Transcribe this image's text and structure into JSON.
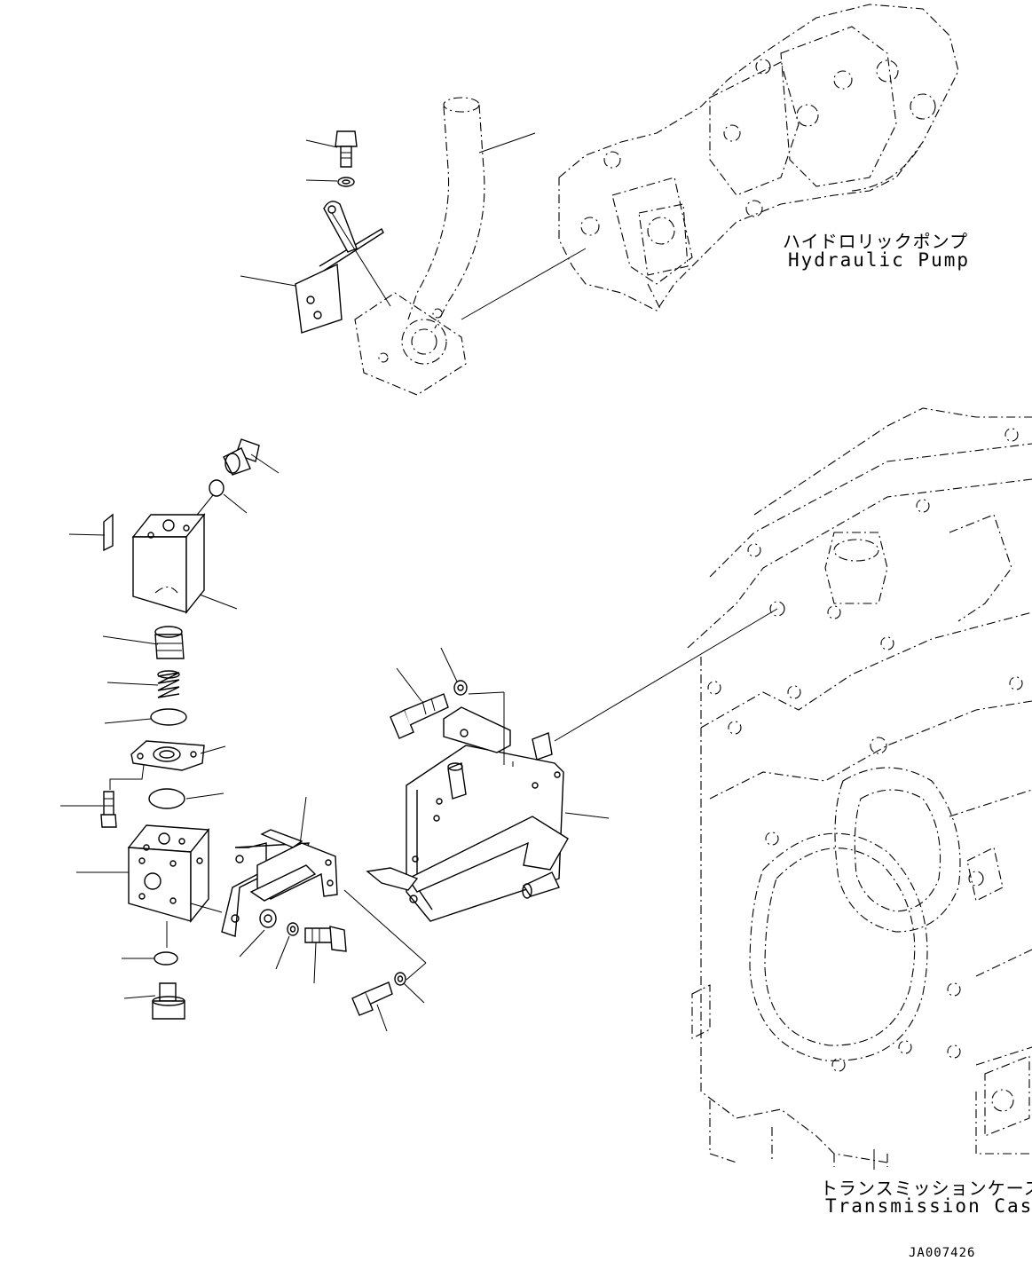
{
  "labels": {
    "pump_jp": "ハイドロリックポンプ",
    "pump_en": "Hydraulic Pump",
    "transmission_jp": "トランスミッションケース",
    "transmission_en": "Transmission Case",
    "drawing_code": "JA007426"
  },
  "icons": {
    "outline_style": "black line art on white",
    "reference_style": "dash-dot phantom lines"
  }
}
